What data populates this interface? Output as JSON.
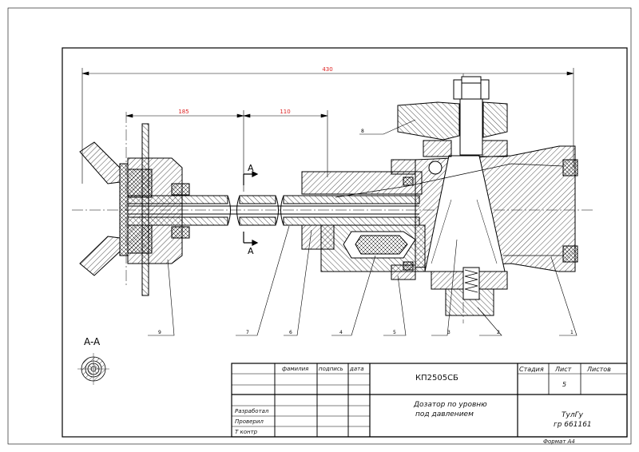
{
  "drawing": {
    "dimensions": {
      "overall": "430",
      "left": "185",
      "middle": "110"
    },
    "section_mark": "A",
    "section_label": "A-A",
    "leader_numbers": [
      "9",
      "7",
      "6",
      "4",
      "5",
      "3",
      "2",
      "1",
      "8"
    ]
  },
  "title_block": {
    "columns": {
      "surname": "фамилия",
      "signature": "подпись",
      "date": "дата"
    },
    "roles": {
      "developed": "Разработал",
      "checked": "Проверил",
      "tcontrol": "Т контр"
    },
    "designation": "КП2505СБ",
    "title_line1": "Дозатор по уровню",
    "title_line2": "под давлением",
    "stage_label": "Стадия",
    "sheet_label": "Лист",
    "sheets_label": "Листов",
    "sheet_number": "5",
    "org_line1": "ТулГу",
    "org_line2": "гр 661161",
    "format": "Формат А4"
  }
}
